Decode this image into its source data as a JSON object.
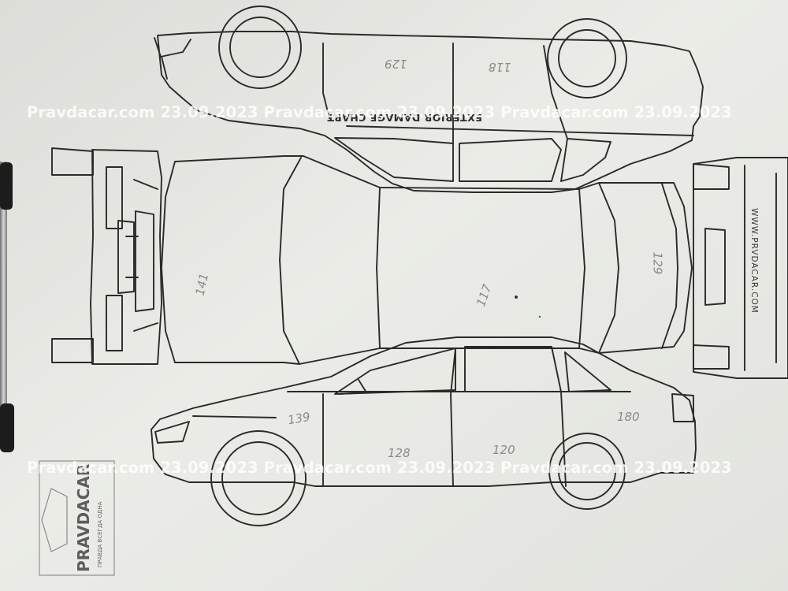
{
  "chart_title": "EXTERIOR DAMAGE CHART",
  "site_url": "WWW.PRVDACAR.COM",
  "watermark_text": "Pravdacar.com 23.09.2023 Pravdacar.com 23.09.2023 Pravdacar.com 23.09.2023",
  "stamp": {
    "brand": "PRAVDACAR",
    "tagline": "ПРАВДА ВСЕГДА ОДНА"
  },
  "readings": {
    "left_front_door": "129",
    "left_rear_door": "118",
    "right_front_fender": "139",
    "right_front_door": "128",
    "right_rear_door": "120",
    "right_rear_quarter": "180",
    "hood": "141",
    "roof": "117",
    "trunk_lid": "129"
  },
  "colors": {
    "paper": "#e9eae5",
    "ink": "#2a2a2a",
    "pencil": "#8a8a8a"
  }
}
